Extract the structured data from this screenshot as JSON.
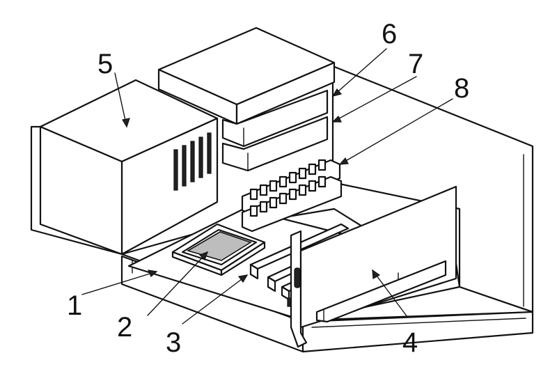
{
  "figure": {
    "callouts": [
      {
        "id": "1",
        "text": "1"
      },
      {
        "id": "2",
        "text": "2"
      },
      {
        "id": "3",
        "text": "3"
      },
      {
        "id": "4",
        "text": "4"
      },
      {
        "id": "5",
        "text": "5"
      },
      {
        "id": "6",
        "text": "6"
      },
      {
        "id": "7",
        "text": "7"
      },
      {
        "id": "8",
        "text": "8"
      }
    ]
  }
}
